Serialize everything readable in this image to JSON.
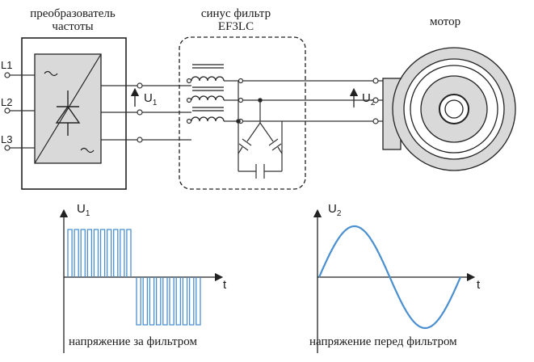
{
  "blocks": {
    "converter_title_line1": "преобразователь",
    "converter_title_line2": "частоты",
    "filter_title_line1": "синус фильтр",
    "filter_title_line2": "EF3LC",
    "motor_title": "мотор"
  },
  "inputs": [
    "L1",
    "L2",
    "L3"
  ],
  "voltages": {
    "u1_label": "U",
    "u1_sub": "1",
    "u2_label": "U",
    "u2_sub": "2"
  },
  "graphs": [
    {
      "y_label": "U",
      "y_sub": "1",
      "x_label": "t",
      "waveform": "pwm",
      "caption": "напряжение за фильтром"
    },
    {
      "y_label": "U",
      "y_sub": "2",
      "x_label": "t",
      "waveform": "sine",
      "caption": "напряжение перед фильтром"
    }
  ],
  "colors": {
    "waveform": "#4a8fd0",
    "converter_fill": "#d9d9d9",
    "wire": "#333333"
  }
}
